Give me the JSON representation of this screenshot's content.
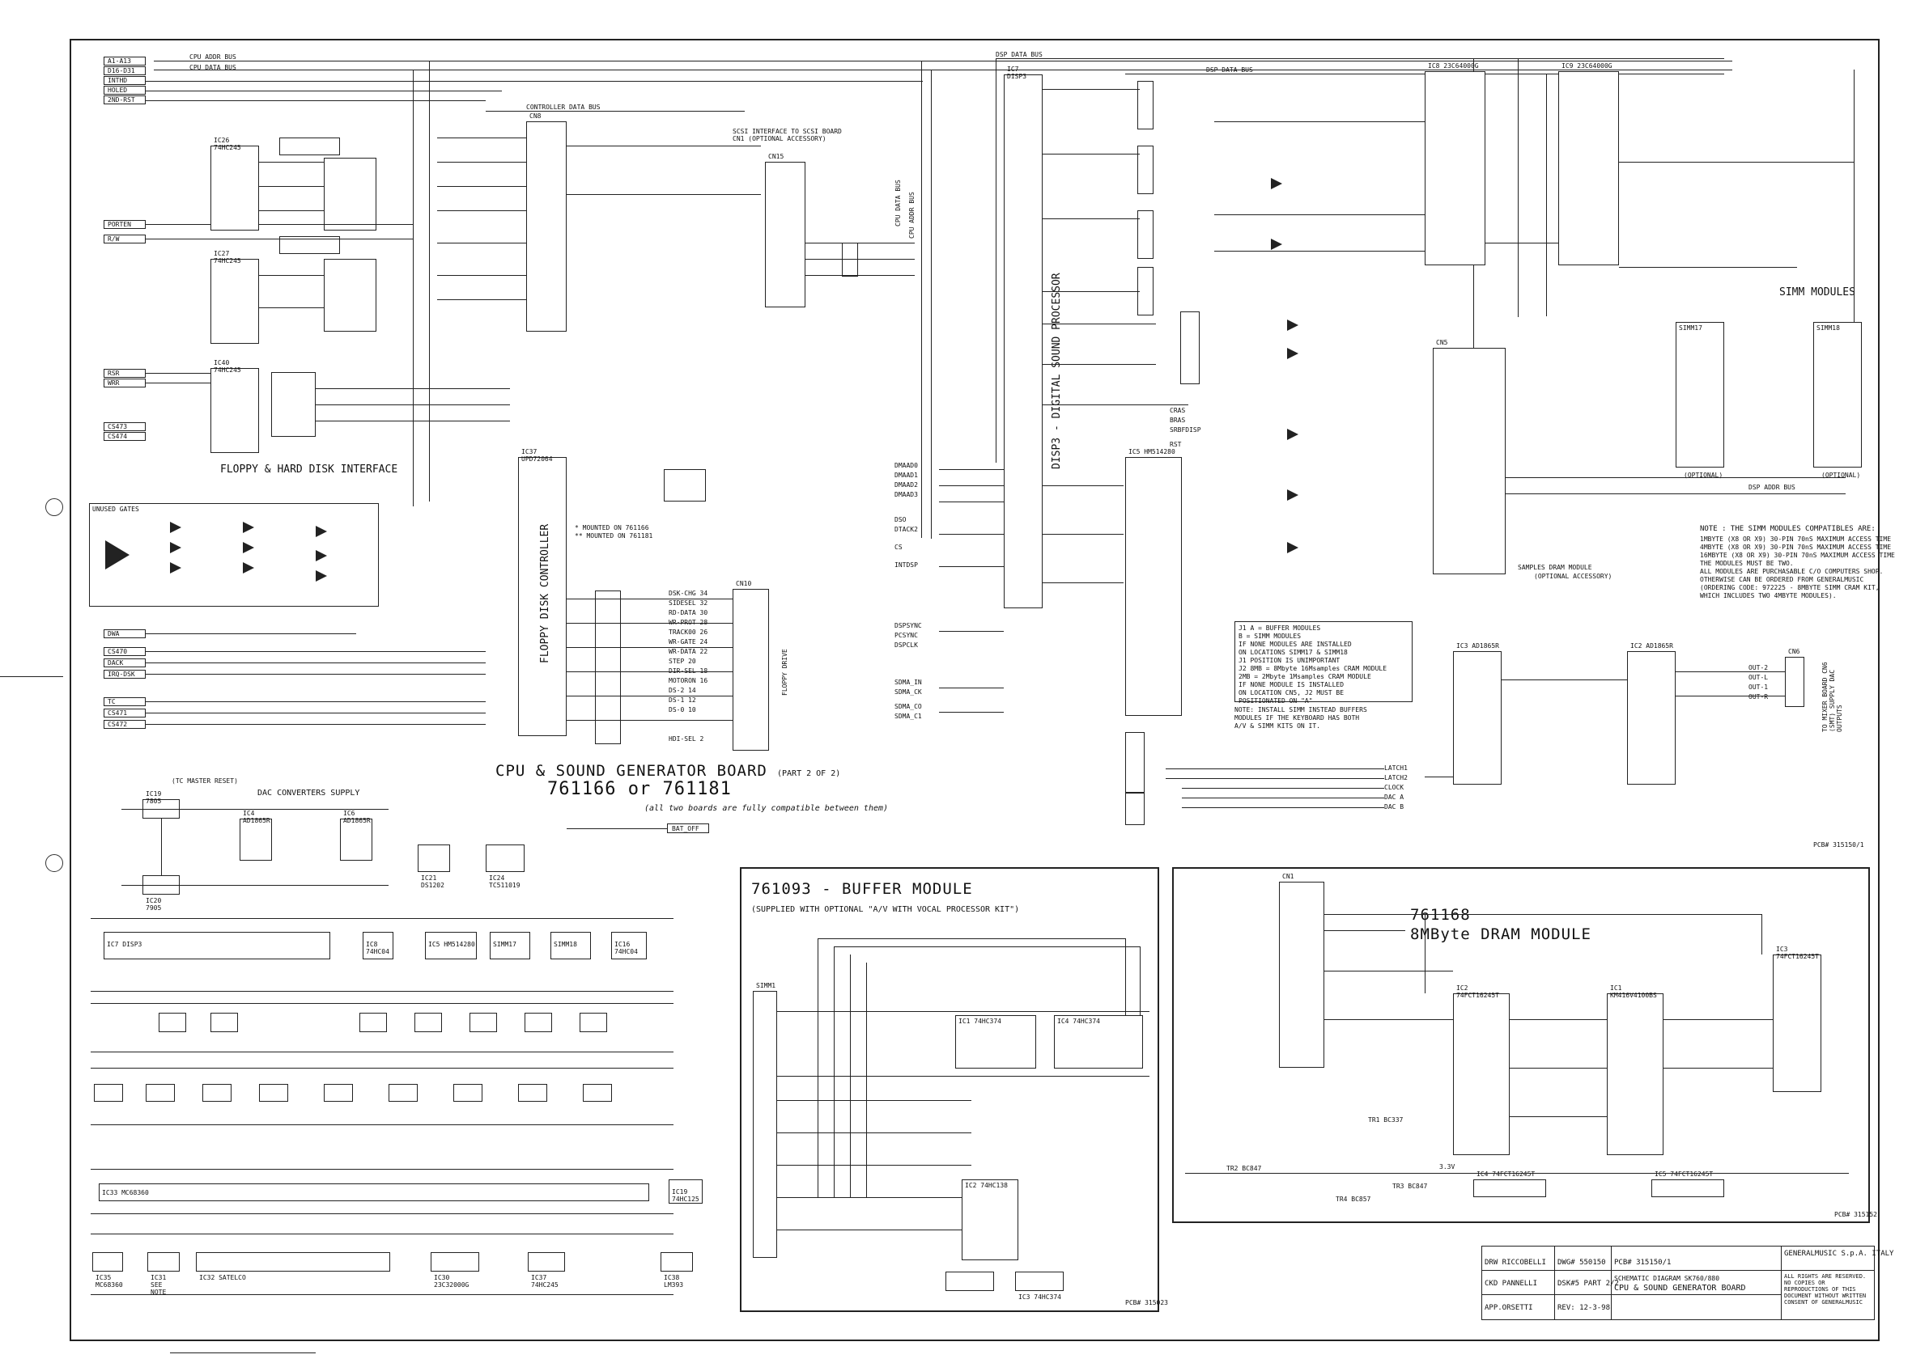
{
  "title_block": {
    "drw": "DRW RICCOBELLI",
    "dwg": "DWG# 550150",
    "pcb": "PCB# 315150/1",
    "company": "GENERALMUSIC S.p.A. ITALY",
    "ckd": "CKD PANNELLI",
    "dskn": "DSK#5 PART 2/2",
    "schematic": "SCHEMATIC DIAGRAM SK760/880",
    "board": "CPU & SOUND GENERATOR BOARD",
    "app": "APP.ORSETTI",
    "rev": "REV: 12-3-98",
    "rights": "ALL RIGHTS ARE RESERVED. NO COPIES OR REPRODUCTIONS OF THIS DOCUMENT WITHOUT WRITTEN CONSENT OF GENERALMUSIC"
  },
  "main": {
    "title": "CPU & SOUND GENERATOR BOARD",
    "part": "(PART 2 OF 2)",
    "models": "761166 or 761181",
    "compat": "(all two boards are fully compatible between them)",
    "pcb": "PCB# 315150/1",
    "floppy_label": "FLOPPY & HARD DISK INTERFACE",
    "unused_gates": "UNUSED GATES",
    "dac_supply": "DAC CONVERTERS SUPPLY",
    "tc_reset": "(TC MASTER RESET)",
    "dsp_label": "DISP3 - DIGITAL SOUND PROCESSOR",
    "fdc_label": "FLOPPY DISK CONTROLLER",
    "samples_module": "SAMPLES DRAM MODULE",
    "optional_accessory": "(OPTIONAL ACCESSORY)",
    "simm_modules": "SIMM MODULES",
    "optional": "(OPTIONAL)",
    "scsi_iface": "SCSI INTERFACE TO SCSI BOARD CN1 (OPTIONAL ACCESSORY)",
    "floppy_drive": "FLOPPY DRIVE",
    "mixer_board": "TO MIXER BOARD CN6 (SMT) SUPPLY DAC OUTPUTS",
    "bat_off": "BAT_OFF",
    "bus_labels": [
      "CPU ADDR BUS",
      "CPU DATA BUS",
      "DSP DATA BUS",
      "DSP DATA BUS",
      "CONTROLLER DATA BUS",
      "DSP ADDR BUS",
      "CPU DATA BUS",
      "CPU ADDR BUS"
    ],
    "left_signals": [
      "A1-A13",
      "D16-D31",
      "INTHD",
      "HOLED",
      "2ND-RST",
      "PORTEN",
      "R/W",
      "RSR",
      "WRR",
      "CS473",
      "CS474",
      "DWA",
      "CS470",
      "DACK",
      "IRQ-DSK",
      "TC",
      "CS471",
      "CS472"
    ],
    "mounted_notes": [
      "* MOUNTED ON 761166",
      "** MOUNTED ON 761181"
    ],
    "floppy_pins": [
      "DSK-CHG 34",
      "SIDESEL 32",
      "RD-DATA 30",
      "WR-PROT 28",
      "TRACK00 26",
      "WR-GATE 24",
      "WR-DATA 22",
      "STEP 20",
      "DIR-SEL 18",
      "MOTORON 16",
      "DS-2 14",
      "DS-1 12",
      "DS-0 10",
      "HDI-SEL 2"
    ],
    "dsp_signals": [
      "DMAAD0",
      "DMAAD1",
      "DMAAD2",
      "DMAAD3",
      "DSO",
      "DTACK2",
      "CS",
      "INTDSP",
      "DSPSYNC",
      "PCSYNC",
      "DSPCLK",
      "SDMA_IN",
      "SDMA_CK",
      "SDMA_CO",
      "SDMA_C1"
    ],
    "ras_cas": [
      "CRAS",
      "BRAS",
      "SRBFDISP",
      "RST"
    ],
    "note_head": "NOTE : THE SIMM MODULES COMPATIBLES ARE:",
    "note_lines": [
      "1MBYTE (X8 OR X9) 30-PIN 70nS MAXIMUM ACCESS TIME",
      "4MBYTE (X8 OR X9) 30-PIN 70nS MAXIMUM ACCESS TIME",
      "16MBYTE (X8 OR X9) 30-PIN 70nS MAXIMUM ACCESS TIME",
      "THE MODULES MUST BE TWO.",
      "ALL MODULES ARE PURCHASABLE C/O COMPUTERS SHOP.",
      "OTHERWISE CAN BE ORDERED FROM GENERALMUSIC",
      "(ORDERING CODE: 972225 - 8MBYTE SIMM CRAM KIT,",
      "WHICH INCLUDES TWO 4MBYTE MODULES)."
    ],
    "jumper_notes": [
      "J1  A = BUFFER MODULES",
      "    B = SIMM MODULES",
      "    IF NONE MODULES ARE INSTALLED",
      "    ON LOCATIONS SIMM17 & SIMM18",
      "    J1 POSITION IS UNIMPORTANT",
      "J2  8MB = 8Mbyte 16Msamples CRAM MODULE",
      "    2MB = 2Mbyte  1Msamples CRAM MODULE",
      "    IF NONE MODULE IS INSTALLED",
      "    ON LOCATION CN5, J2 MUST BE",
      "    POSITIONATED ON \"A\"",
      "NOTE: INSTALL SIMM INSTEAD BUFFERS",
      "MODULES IF THE KEYBOARD HAS BOTH",
      "A/V & SIMM KITS ON IT."
    ],
    "dac_outs": [
      "OUT-2",
      "OUT-L",
      "OUT-1",
      "OUT-R"
    ],
    "latch": [
      "LATCH1",
      "LATCH2",
      "CLOCK",
      "DAC A",
      "DAC B"
    ],
    "chips_power": [
      "IC7 DISP3",
      "IC8 74HC04",
      "IC5 HM514280",
      "SIMM17",
      "SIMM18",
      "IC16 74HC04",
      "IC33 MC68360",
      "IC32 SATELCO",
      "IC35 MC68360",
      "IC31 SEE NOTE",
      "IC30 23C32000G",
      "IC37 74HC245",
      "IC19 74HC125",
      "IC38 LM393"
    ]
  },
  "ic_labels": [
    "IC26 74HC245",
    "IC27 74HC245",
    "IC40 74HC245",
    "IC37 UPD72064",
    "IC7 DISP3",
    "IC8 23C64000G",
    "IC9 23C64000G",
    "IC5 HM514280",
    "IC2 AD1865R",
    "IC3 AD1865R",
    "CN5",
    "CN8",
    "CN15",
    "CN10",
    "CN6",
    "SIMM17",
    "SIMM18",
    "IC19 7805",
    "IC20 7905",
    "IC4 AD1865R",
    "IC6 AD1865R",
    "IC21 DS1202",
    "IC24 TC511019"
  ],
  "buffer_module": {
    "title": "761093 - BUFFER MODULE",
    "subtitle": "(SUPPLIED WITH OPTIONAL \"A/V WITH VOCAL PROCESSOR KIT\")",
    "pcb": "PCB# 315023",
    "chips": [
      "IC1 74HC374",
      "IC4 74HC374",
      "IC2 74HC138",
      "IC3 74HC374"
    ],
    "connector": "SIMM1"
  },
  "dram_module": {
    "title": "761168",
    "subtitle": "8MByte DRAM MODULE",
    "pcb": "PCB# 315152",
    "chips": [
      "IC2 74FCT16245T",
      "IC1 KM416V4100BS",
      "IC3 74FCT16245T",
      "IC4 74FCT16245T",
      "IC5 74FCT16245T"
    ],
    "connector": "CN1",
    "voltage": "3.3V",
    "transistors": [
      "TR1 BC337",
      "TR2 BC847",
      "TR3 BC847",
      "TR4 BC857"
    ]
  }
}
